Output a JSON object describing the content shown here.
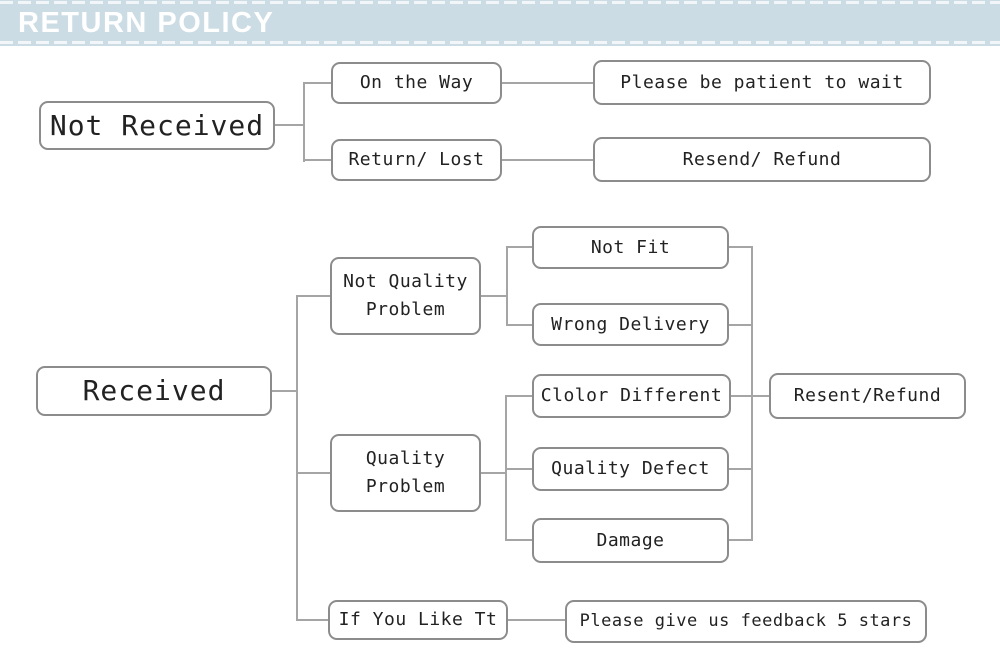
{
  "header": {
    "title": "RETURN POLICY",
    "band_color": "#ccdce4",
    "title_color": "#ffffff"
  },
  "colors": {
    "background": "#ffffff",
    "box_border": "#8c8c8c",
    "connector_line": "#a5a5a5",
    "box_text": "#222222"
  },
  "nodes": {
    "not_received": {
      "label": "Not Received"
    },
    "on_the_way": {
      "label": "On the Way"
    },
    "please_wait": {
      "label": "Please be patient to wait"
    },
    "return_lost": {
      "label": "Return/ Lost"
    },
    "resend_refund": {
      "label": "Resend/ Refund"
    },
    "received": {
      "label": "Received"
    },
    "not_quality_problem": {
      "label": "Not Quality Problem",
      "line1": "Not Quality",
      "line2": "Problem"
    },
    "not_fit": {
      "label": "Not Fit"
    },
    "wrong_delivery": {
      "label": "Wrong Delivery"
    },
    "clolor_different": {
      "label": "Clolor Different"
    },
    "resent_refund": {
      "label": "Resent/Refund"
    },
    "quality_problem": {
      "label": "Quality Problem",
      "line1": "Quality",
      "line2": "Problem"
    },
    "quality_defect": {
      "label": "Quality Defect"
    },
    "damage": {
      "label": "Damage"
    },
    "if_you_like": {
      "label": "If You Like Tt"
    },
    "feedback": {
      "label": "Please give us feedback 5 stars"
    }
  },
  "edges": [
    {
      "from": "not_received",
      "to": "on_the_way"
    },
    {
      "from": "not_received",
      "to": "return_lost"
    },
    {
      "from": "on_the_way",
      "to": "please_wait"
    },
    {
      "from": "return_lost",
      "to": "resend_refund"
    },
    {
      "from": "received",
      "to": "not_quality_problem"
    },
    {
      "from": "received",
      "to": "quality_problem"
    },
    {
      "from": "received",
      "to": "if_you_like"
    },
    {
      "from": "not_quality_problem",
      "to": "not_fit"
    },
    {
      "from": "not_quality_problem",
      "to": "wrong_delivery"
    },
    {
      "from": "quality_problem",
      "to": "clolor_different"
    },
    {
      "from": "quality_problem",
      "to": "quality_defect"
    },
    {
      "from": "quality_problem",
      "to": "damage"
    },
    {
      "from": "not_fit",
      "to": "resent_refund"
    },
    {
      "from": "wrong_delivery",
      "to": "resent_refund"
    },
    {
      "from": "clolor_different",
      "to": "resent_refund"
    },
    {
      "from": "quality_defect",
      "to": "resent_refund"
    },
    {
      "from": "damage",
      "to": "resent_refund"
    },
    {
      "from": "if_you_like",
      "to": "feedback"
    }
  ]
}
